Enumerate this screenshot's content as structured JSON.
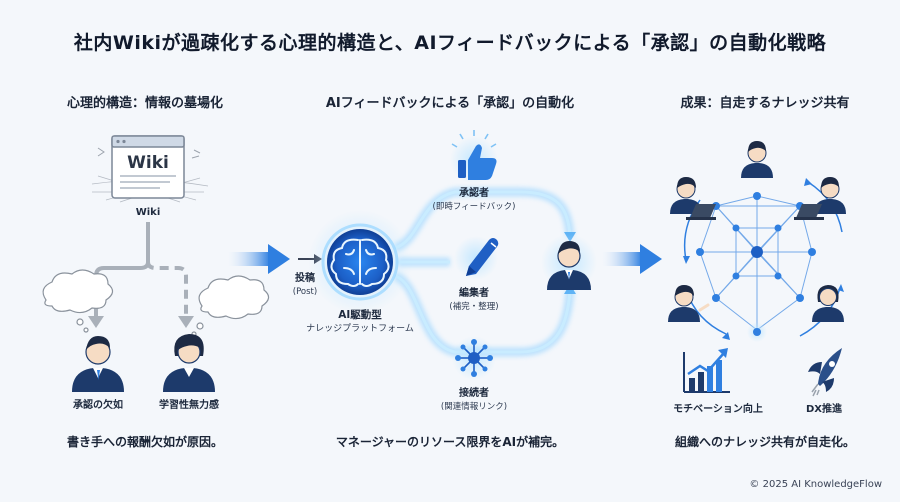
{
  "title": "社内Wikiが過疎化する心理的構造と、AIフィードバックによる「承認」の自動化戦略",
  "columns": {
    "left": {
      "heading": "心理的構造：情報の墓場化",
      "wiki_logo": "Wiki",
      "wiki_caption": "Wiki",
      "person_a": "承認の欠如",
      "person_b": "学習性無力感",
      "footer": "書き手への報酬欠如が原因。"
    },
    "middle": {
      "heading": "AIフィードバックによる「承認」の自動化",
      "post_label": "投稿",
      "post_sub": "(Post)",
      "platform_label": "AI駆動型",
      "platform_sub": "ナレッジプラットフォーム",
      "roles": [
        {
          "label": "承認者",
          "sub": "(即時フィードバック)",
          "icon": "thumbs-up-icon"
        },
        {
          "label": "編集者",
          "sub": "(補完・整理)",
          "icon": "pen-icon"
        },
        {
          "label": "接続者",
          "sub": "(関連情報リンク)",
          "icon": "network-icon"
        }
      ],
      "footer": "マネージャーのリソース限界をAIが補完。"
    },
    "right": {
      "heading": "成果：自走するナレッジ共有",
      "motivation_label": "モチベーション向上",
      "dx_label": "DX推進",
      "footer": "組織へのナレッジ共有が自走化。"
    }
  },
  "copyright": "© 2025 AI KnowledgeFlow",
  "colors": {
    "accent": "#2f7fe0",
    "navy": "#1d3a6b",
    "glow": "#8fd0ff",
    "gray": "#9aa3ad"
  }
}
